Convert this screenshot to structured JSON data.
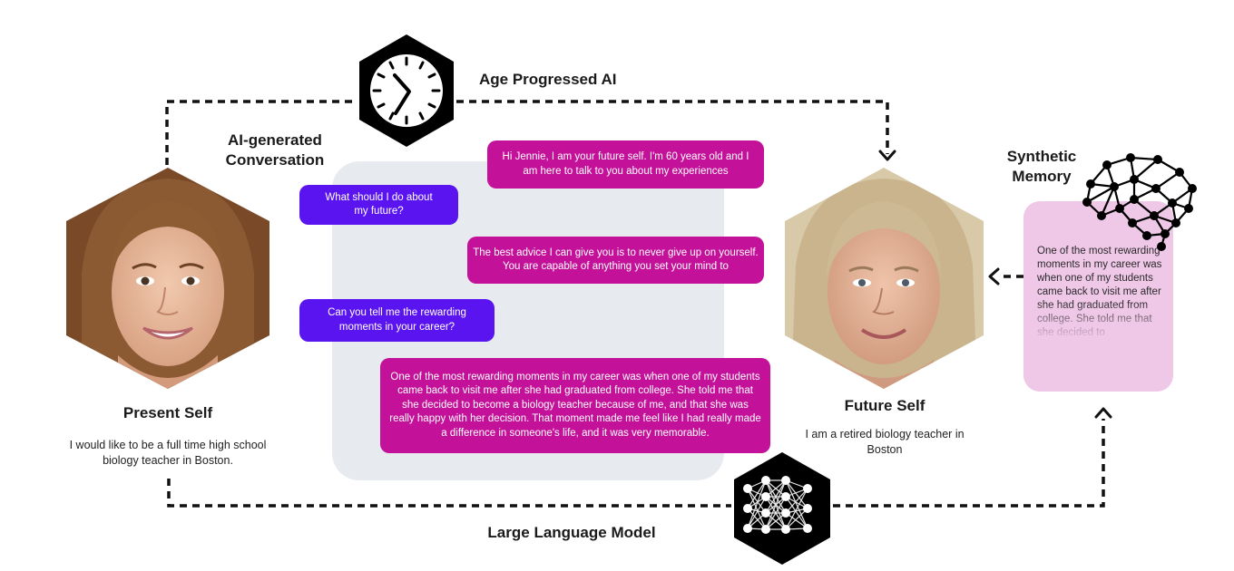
{
  "titles": {
    "age_progressed": "Age Progressed AI",
    "conversation_line1": "AI-generated",
    "conversation_line2": "Conversation",
    "memory_line1": "Synthetic",
    "memory_line2": "Memory",
    "llm": "Large Language Model"
  },
  "present_self": {
    "title": "Present Self",
    "description": "I would like to be a full time high school biology teacher in Boston."
  },
  "future_self": {
    "title": "Future Self",
    "description": "I am a retired biology teacher in Boston"
  },
  "conversation": [
    {
      "role": "future",
      "text": "Hi Jennie, I am your future self. I'm 60 years old and I am here to talk to you about my experiences"
    },
    {
      "role": "present",
      "text": "What should I do about my future?"
    },
    {
      "role": "future",
      "text": "The best advice I can give you is to never give up on yourself. You are capable of anything you set your mind to"
    },
    {
      "role": "present",
      "text": "Can you tell me the rewarding moments in your career?"
    },
    {
      "role": "future",
      "text": "One of the most rewarding moments in my career was when one of my students came back to visit me after she had graduated from college. She told me that she decided to become a biology teacher because of me, and that she was really happy with her decision. That moment made me feel like I had really made a difference in someone's life, and it was very memorable."
    }
  ],
  "memory": {
    "text": "One of the most rewarding moments in my career was when one of my students came back to visit me after she had graduated from college. She told me that she decided to"
  },
  "icons": {
    "clock": "clock-icon",
    "neural_network": "neural-network-icon",
    "brain": "brain-network-icon"
  },
  "colors": {
    "ai_bubble": "#c41199",
    "user_bubble": "#5a14f0",
    "panel": "#e7eaee",
    "memory_card": "#efc7e7",
    "icon_fill": "#000000"
  }
}
